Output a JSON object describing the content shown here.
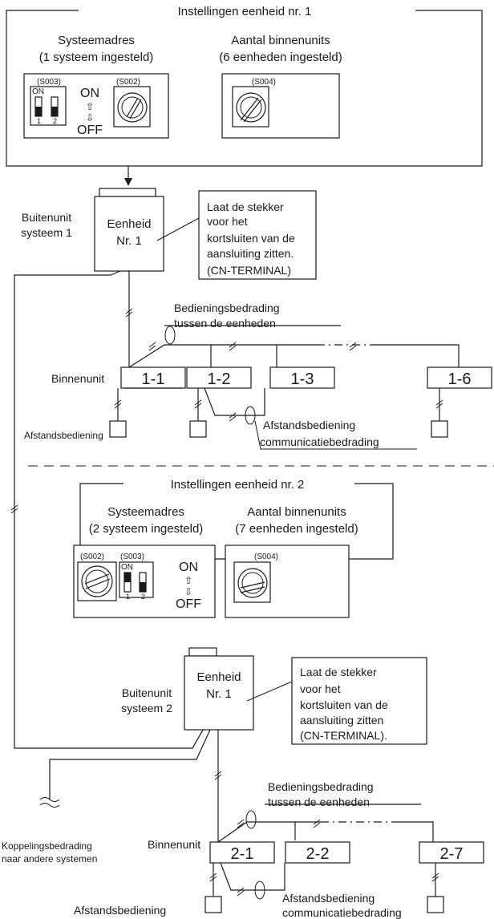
{
  "colors": {
    "line": "#1a1a1a",
    "background": "#ffffff",
    "switch_fill": "#1a1a1a"
  },
  "system1": {
    "settings_title": "Instellingen eenheid nr. 1",
    "address_title_line1": "Systeemadres",
    "address_title_line2": "(1 systeem ingesteld)",
    "count_title_line1": "Aantal binnenunits",
    "count_title_line2": "(6 eenheden ingesteld)",
    "switch_s003": "(S003)",
    "switch_s002": "(S002)",
    "switch_s004": "(S004)",
    "dip_on": "ON",
    "dip_pos1": "1",
    "dip_pos2": "2",
    "on_label": "ON",
    "off_label": "OFF",
    "arrow_up": "⇧",
    "arrow_down": "⇩",
    "outdoor_label_line1": "Buitenunit",
    "outdoor_label_line2": "systeem 1",
    "unit_line1": "Eenheid",
    "unit_line2": "Nr. 1",
    "note_lines": [
      "Laat de stekker",
      "voor het",
      "kortsluiten van de",
      "aansluiting zitten.",
      "(CN-TERMINAL)"
    ],
    "control_wiring_line1": "Bedieningsbedrading",
    "control_wiring_line2": "tussen de eenheden",
    "indoor_label": "Binnenunit",
    "indoor_units": [
      "1-1",
      "1-2",
      "1-3",
      "1-6"
    ],
    "remote_label": "Afstandsbediening",
    "remote_comm_line1": "Afstandsbediening",
    "remote_comm_line2": "communicatiebedrading"
  },
  "system2": {
    "settings_title": "Instellingen eenheid nr. 2",
    "address_title_line1": "Systeemadres",
    "address_title_line2": "(2 systeem ingesteld)",
    "count_title_line1": "Aantal binnenunits",
    "count_title_line2": "(7 eenheden ingesteld)",
    "switch_s002": "(S002)",
    "switch_s003": "(S003)",
    "switch_s004": "(S004)",
    "dip_on": "ON",
    "dip_pos1": "1",
    "dip_pos2": "2",
    "on_label": "ON",
    "off_label": "OFF",
    "arrow_up": "⇧",
    "arrow_down": "⇩",
    "outdoor_label_line1": "Buitenunit",
    "outdoor_label_line2": "systeem 2",
    "unit_line1": "Eenheid",
    "unit_line2": "Nr. 1",
    "note_lines": [
      "Laat de stekker",
      "voor het",
      "kortsluiten van de",
      "aansluiting zitten",
      "(CN-TERMINAL)."
    ],
    "control_wiring_line1": "Bedieningsbedrading",
    "control_wiring_line2": "tussen de eenheden",
    "indoor_label": "Binnenunit",
    "indoor_units": [
      "2-1",
      "2-2",
      "2-7"
    ],
    "remote_label": "Afstandsbediening",
    "remote_comm_line1": "Afstandsbediening",
    "remote_comm_line2": "communicatiebedrading",
    "link_wiring_line1": "Koppelingsbedrading",
    "link_wiring_line2": "naar andere systemen"
  }
}
